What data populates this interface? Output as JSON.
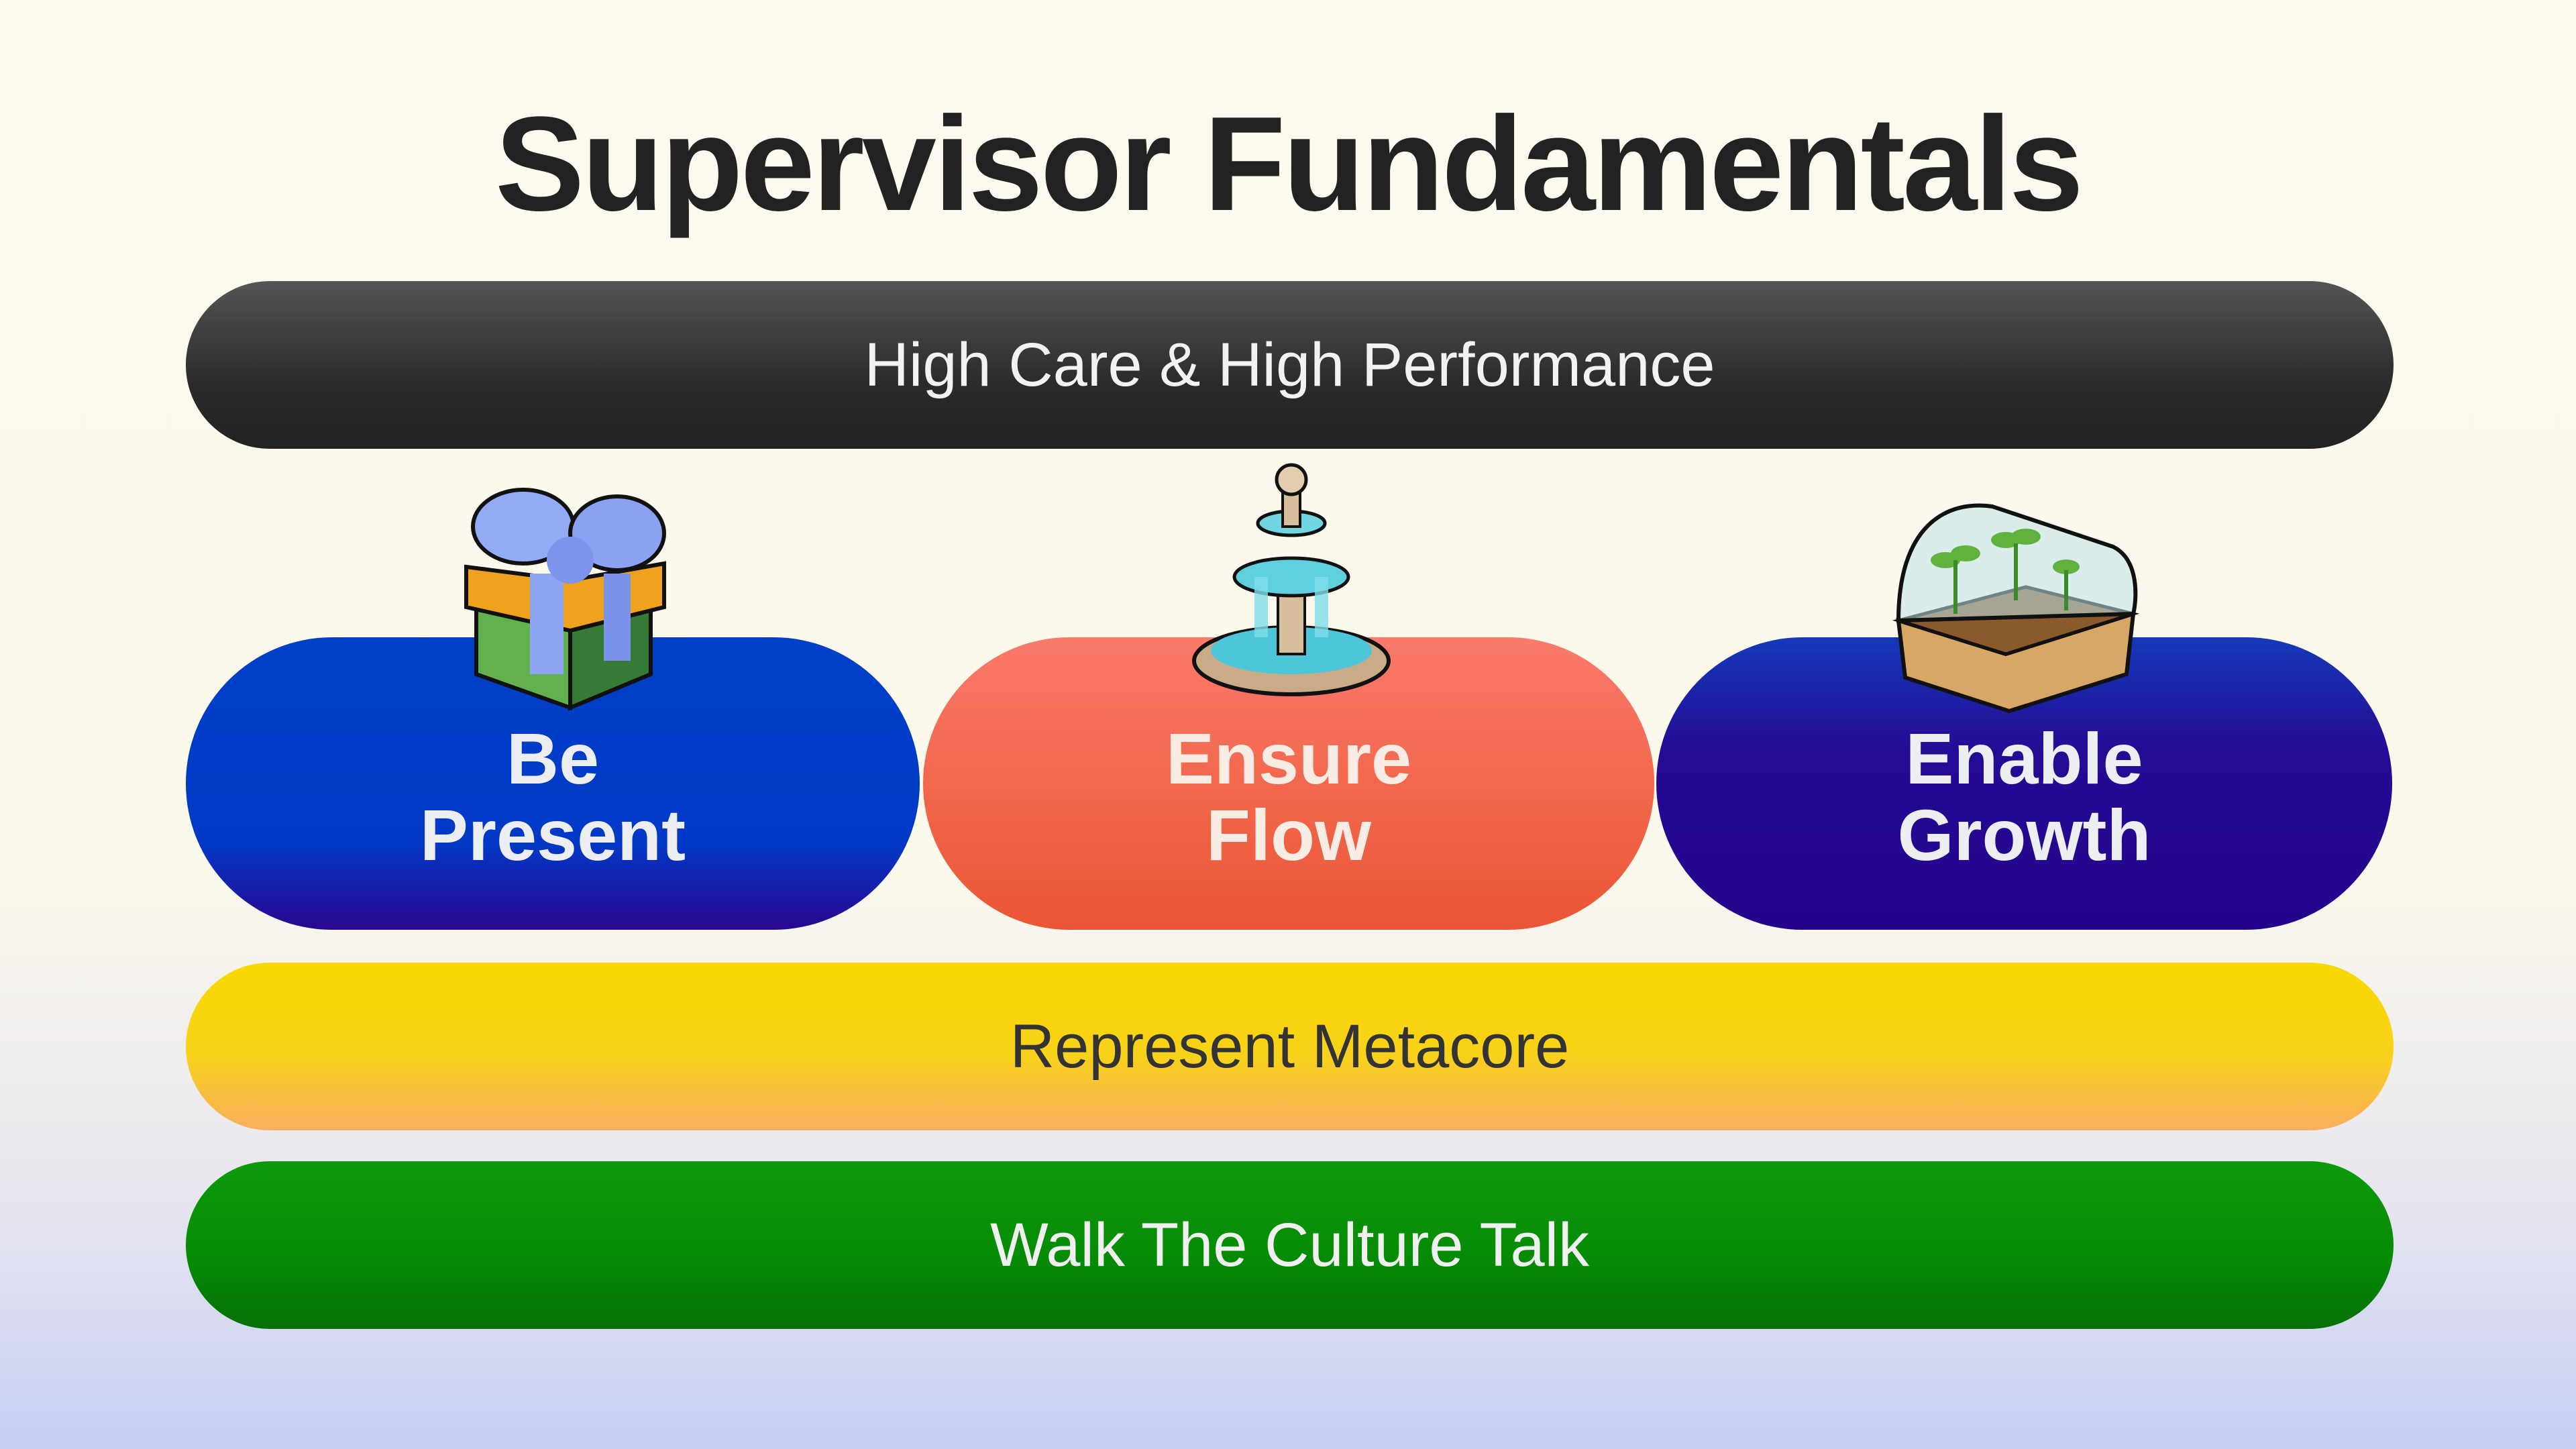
{
  "title": "Supervisor Fundamentals",
  "top_bar": "High Care & High Performance",
  "pillars": [
    {
      "line1": "Be",
      "line2": "Present",
      "icon": "gift-icon"
    },
    {
      "line1": "Ensure",
      "line2": "Flow",
      "icon": "fountain-icon"
    },
    {
      "line1": "Enable",
      "line2": "Growth",
      "icon": "greenhouse-icon"
    }
  ],
  "middle_bar": "Represent Metacore",
  "bottom_bar": "Walk The Culture Talk",
  "colors": {
    "dark": "#2b2b2b",
    "blue": "#0039c6",
    "coral": "#f06448",
    "indigo": "#25048c",
    "yellow": "#f7d900",
    "green": "#068a06"
  }
}
